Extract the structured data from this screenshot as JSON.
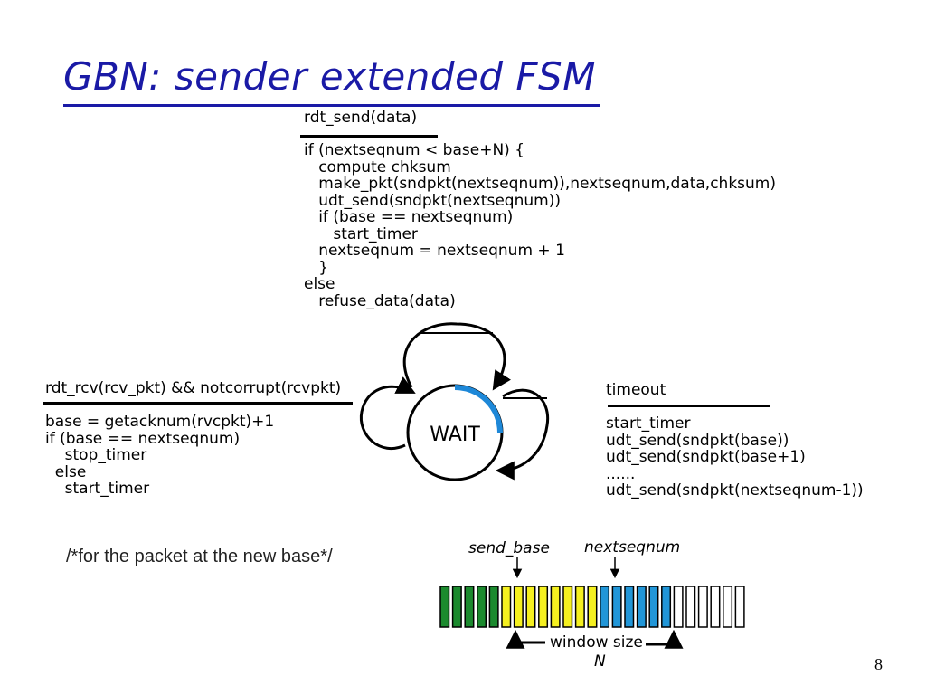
{
  "title": "GBN: sender extended FSM",
  "send_transition": {
    "event": "rdt_send(data)",
    "actions": [
      "if (nextseqnum < base+N) {",
      "   compute chksum",
      "   make_pkt(sndpkt(nextseqnum)),nextseqnum,data,chksum)",
      "   udt_send(sndpkt(nextseqnum))",
      "   if (base == nextseqnum)",
      "      start_timer",
      "   nextseqnum = nextseqnum + 1",
      "   }",
      "else",
      "   refuse_data(data)"
    ]
  },
  "ack_transition": {
    "event": "rdt_rcv(rcv_pkt) && notcorrupt(rcvpkt)",
    "actions": [
      "base = getacknum(rvcpkt)+1",
      "if (base == nextseqnum)",
      "    stop_timer",
      "  else",
      "    start_timer"
    ]
  },
  "timeout_transition": {
    "event": "timeout",
    "actions": [
      "start_timer",
      "udt_send(sndpkt(base))",
      "udt_send(sndpkt(base+1)",
      "......",
      "udt_send(sndpkt(nextseqnum-1))"
    ]
  },
  "state": {
    "label": "WAIT"
  },
  "comment": "/*for the packet at the new base*/",
  "window": {
    "send_base_label": "send_base",
    "nextseqnum_label": "nextseqnum",
    "window_size_label": "window size",
    "n_label": "N",
    "segments": [
      {
        "status": "acked",
        "count": 5,
        "color": "#1b8a2e"
      },
      {
        "status": "sent-unacked",
        "count": 8,
        "color": "#f5f020"
      },
      {
        "status": "usable-not-sent",
        "count": 6,
        "color": "#2196d8"
      },
      {
        "status": "not-usable",
        "count": 6,
        "color": "#ffffff"
      }
    ]
  },
  "page_number": "8"
}
